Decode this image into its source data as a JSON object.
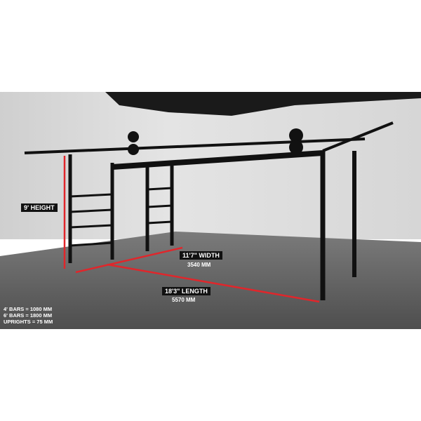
{
  "labels": {
    "height": "9' HEIGHT",
    "width": "11'7\" WIDTH",
    "width_mm": "3540 MM",
    "length": "18'3\" LENGTH",
    "length_mm": "5570 MM"
  },
  "specs": [
    "4' BARS = 1080 MM",
    "6' BARS = 1800 MM",
    "UPRIGHTS = 75 MM"
  ],
  "colors": {
    "measure_line": "#e0262b",
    "frame": "#111111"
  }
}
